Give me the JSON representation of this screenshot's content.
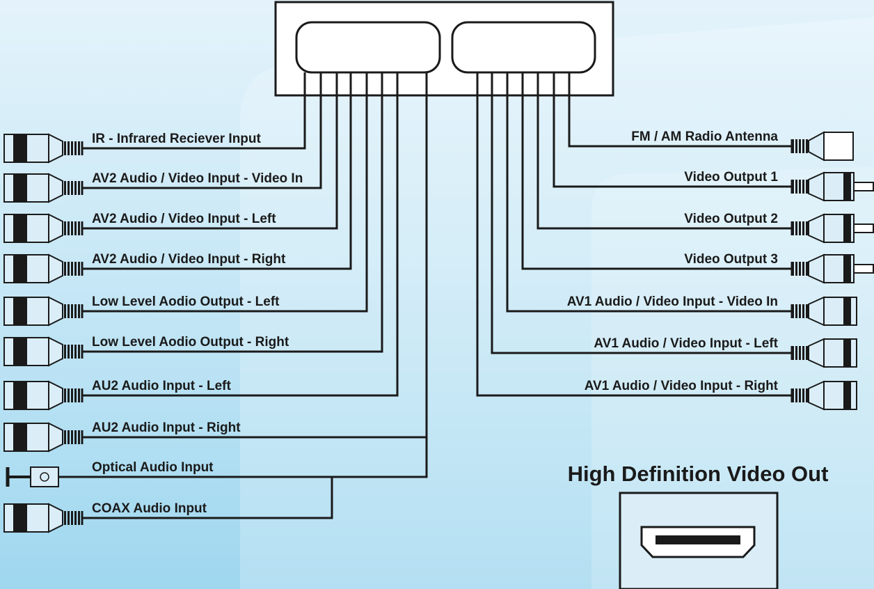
{
  "left_connectors": [
    {
      "label": "IR - Infrared Reciever Input",
      "kind": "rca"
    },
    {
      "label": "AV2 Audio / Video Input - Video In",
      "kind": "rca"
    },
    {
      "label": "AV2 Audio / Video Input - Left",
      "kind": "rca"
    },
    {
      "label": "AV2 Audio / Video Input - Right",
      "kind": "rca"
    },
    {
      "label": "Low Level Aodio Output - Left",
      "kind": "rca"
    },
    {
      "label": "Low Level Aodio Output - Right",
      "kind": "rca"
    },
    {
      "label": "AU2 Audio Input - Left",
      "kind": "rca"
    },
    {
      "label": "AU2 Audio Input - Right",
      "kind": "rca"
    },
    {
      "label": "Optical Audio Input",
      "kind": "optical"
    },
    {
      "label": "COAX Audio Input",
      "kind": "rca"
    }
  ],
  "right_connectors": [
    {
      "label": "FM / AM Radio Antenna",
      "kind": "antenna"
    },
    {
      "label": "Video Output 1",
      "kind": "rca-pin"
    },
    {
      "label": "Video Output 2",
      "kind": "rca-pin"
    },
    {
      "label": "Video Output 3",
      "kind": "rca-pin"
    },
    {
      "label": "AV1 Audio / Video Input - Video In",
      "kind": "rca"
    },
    {
      "label": "AV1 Audio / Video Input - Left",
      "kind": "rca"
    },
    {
      "label": "AV1 Audio / Video Input - Right",
      "kind": "rca"
    }
  ],
  "hdmi": {
    "title": "High Definition Video Out",
    "icon": "hdmi-port-icon"
  },
  "colors": {
    "line": "#1a1a1a",
    "connector_fill": "#dbeef8",
    "connector_band": "#1a1a1a"
  }
}
